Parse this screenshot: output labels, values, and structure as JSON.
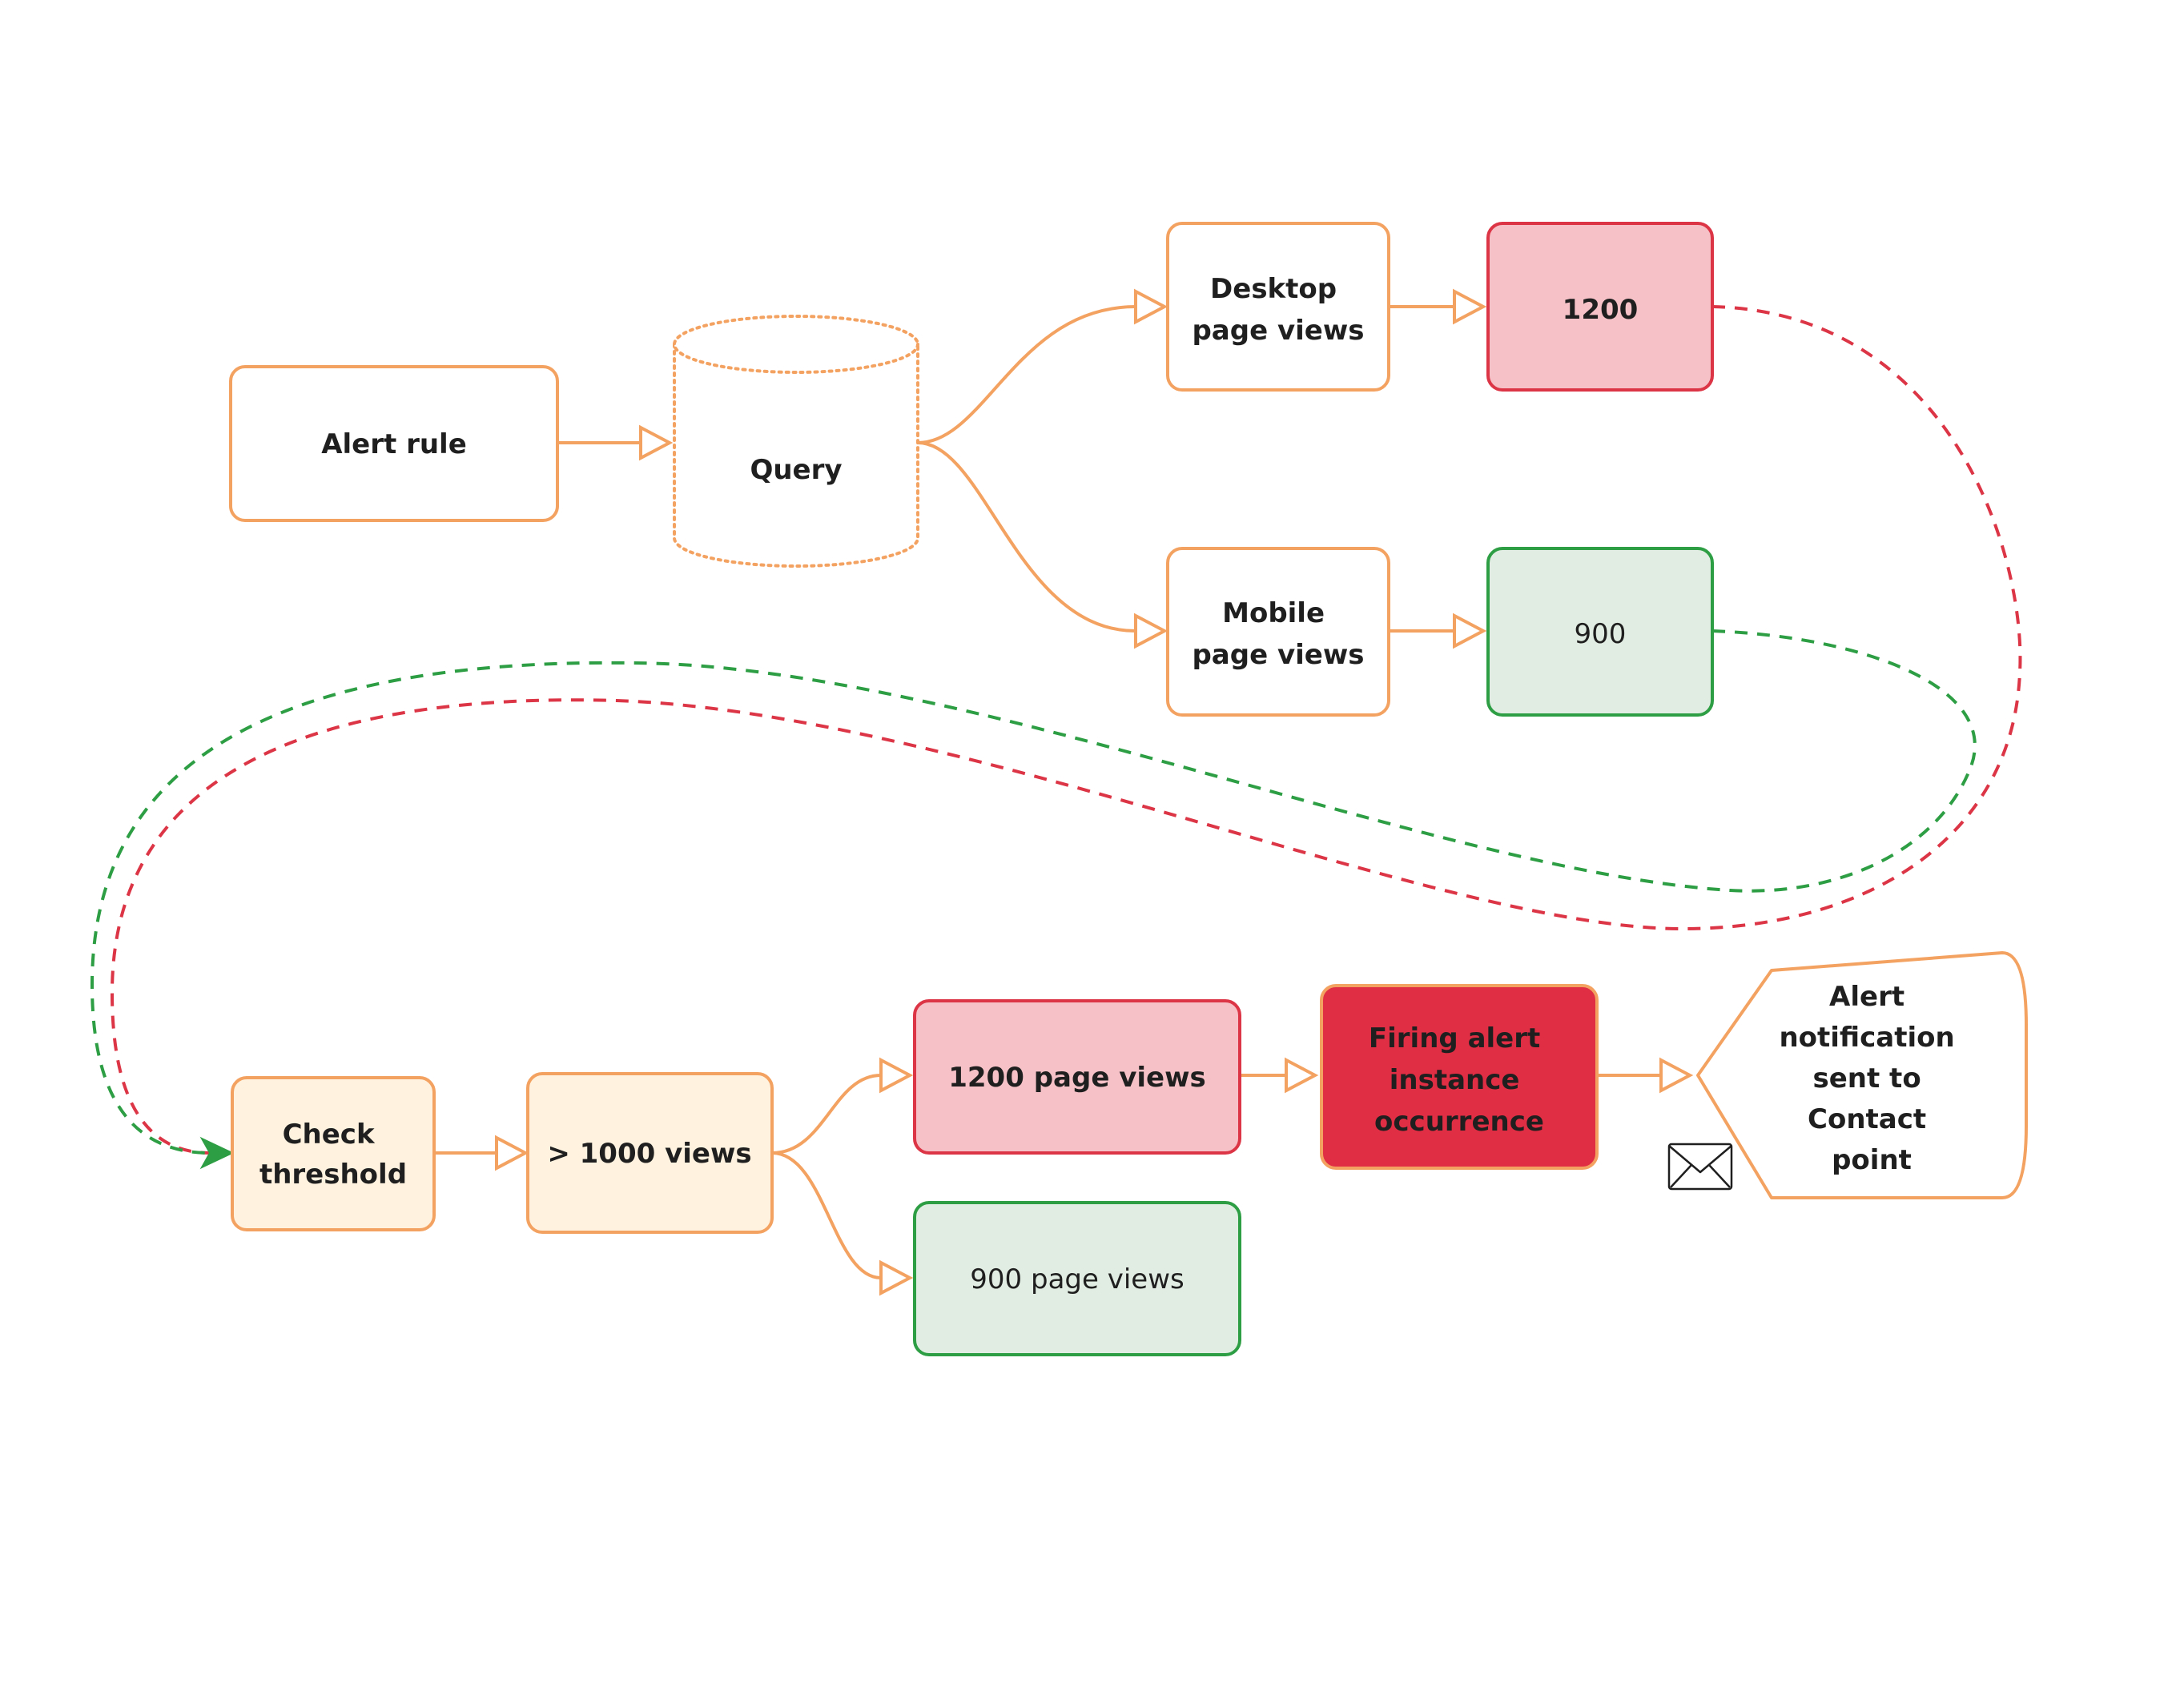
{
  "colors": {
    "orange": "#F4A261",
    "red_border": "#DC3545",
    "red_fill": "#F6C1C7",
    "red_solid": "#E02E44",
    "green_border": "#2E9E44",
    "green_fill": "#E1EDE2",
    "cream_fill": "#FFF2DE",
    "text": "#1F1F1F"
  },
  "nodes": {
    "alert_rule": "Alert rule",
    "query": "Query",
    "desktop": [
      "Desktop",
      "page views"
    ],
    "mobile": [
      "Mobile",
      "page views"
    ],
    "desktop_value": "1200",
    "mobile_value": "900",
    "check_threshold": [
      "Check",
      "threshold"
    ],
    "threshold": "> 1000 views",
    "above_result": "1200 page views",
    "below_result": "900 page views",
    "firing": [
      "Firing alert",
      "instance",
      "occurrence"
    ],
    "notification": [
      "Alert",
      "notification",
      "sent to",
      "Contact",
      "point"
    ]
  },
  "icons": {
    "notification_icon": "envelope-icon"
  }
}
